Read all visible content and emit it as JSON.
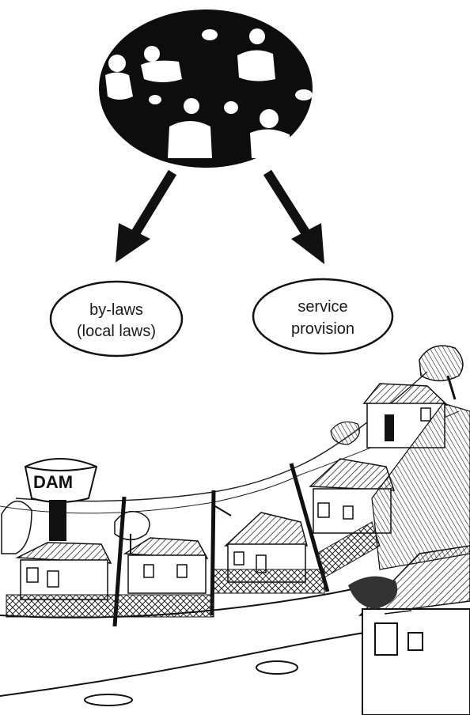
{
  "diagram": {
    "council_label": "",
    "nodes": [
      {
        "id": "bylaws",
        "lines": [
          "by-laws",
          "(local laws)"
        ]
      },
      {
        "id": "service",
        "lines": [
          "service",
          "provision"
        ]
      }
    ],
    "tower_sign": "DAM"
  },
  "colors": {
    "ink": "#111111",
    "paper": "#ffffff",
    "shade": "#555555"
  }
}
